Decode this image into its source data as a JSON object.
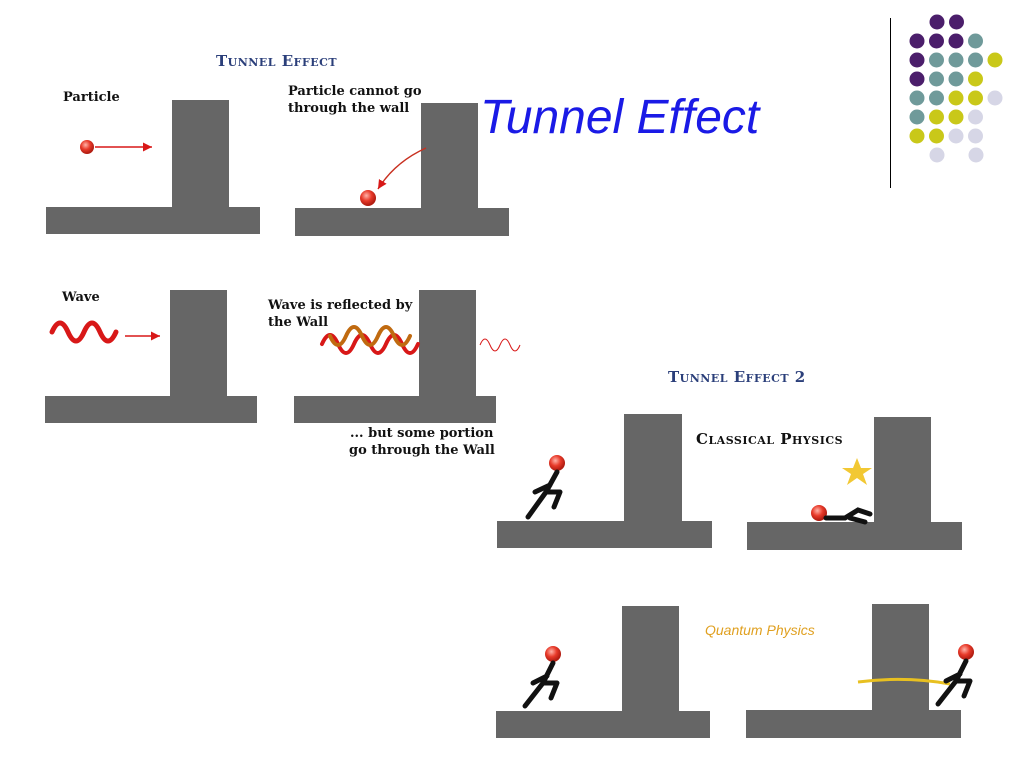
{
  "slide": {
    "title": "Tunnel Effect"
  },
  "figure1": {
    "heading": "Tunnel Effect",
    "particle_label": "Particle",
    "particle_blocked_caption_line1": "Particle cannot go",
    "particle_blocked_caption_line2": "through the wall",
    "wave_label": "Wave",
    "wave_reflected_line1": "Wave is reflected by",
    "wave_reflected_line2": "the Wall",
    "wave_portion_line1": "... but some portion",
    "wave_portion_line2": "go through the Wall"
  },
  "figure2": {
    "heading": "Tunnel Effect 2",
    "classical_label": "Classical Physics",
    "quantum_label": "Quantum Physics"
  },
  "colors": {
    "wall": "#666666",
    "ball": "#e83a2a",
    "wave": "#d81818",
    "title": "#1a1ae6",
    "quantum": "#e0a020",
    "dot_purple": "#4b1e6b",
    "dot_teal": "#6f9a9a",
    "dot_yellow": "#c9c819",
    "dot_lavender": "#d6d6e6"
  }
}
